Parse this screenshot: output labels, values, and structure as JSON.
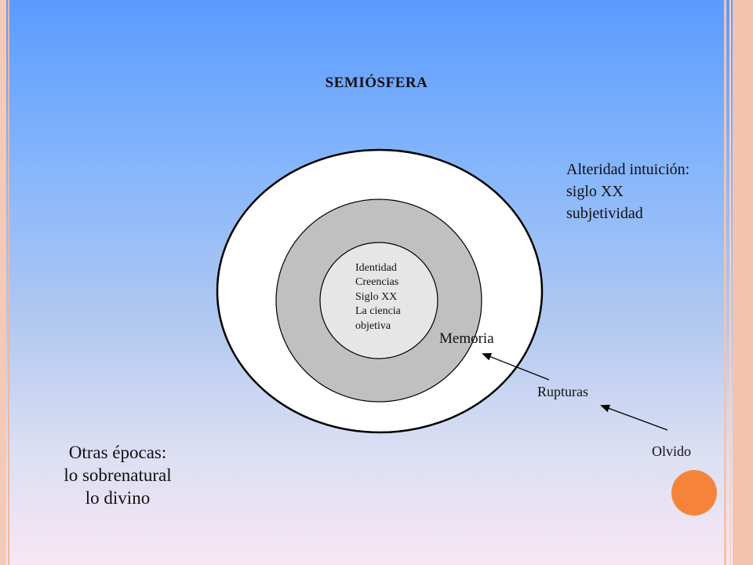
{
  "title": "SEMIÓSFERA",
  "core": [
    "Identidad",
    "Creencias",
    "Siglo XX",
    "La ciencia",
    "objetiva"
  ],
  "middle_label": "Memoria",
  "rupturas_label": "Rupturas",
  "olvido_label": "Olvido",
  "outer_label": [
    "Alteridad intuición:",
    "siglo XX",
    "subjetividad"
  ],
  "outside_label": [
    "Otras épocas:",
    "lo sobrenatural",
    "lo divino"
  ],
  "colors": {
    "outer_ring": "#ffffff",
    "middle_ring": "#c0c0c0",
    "core": "#e6e6e6",
    "accent_dot": "#f5843a"
  }
}
